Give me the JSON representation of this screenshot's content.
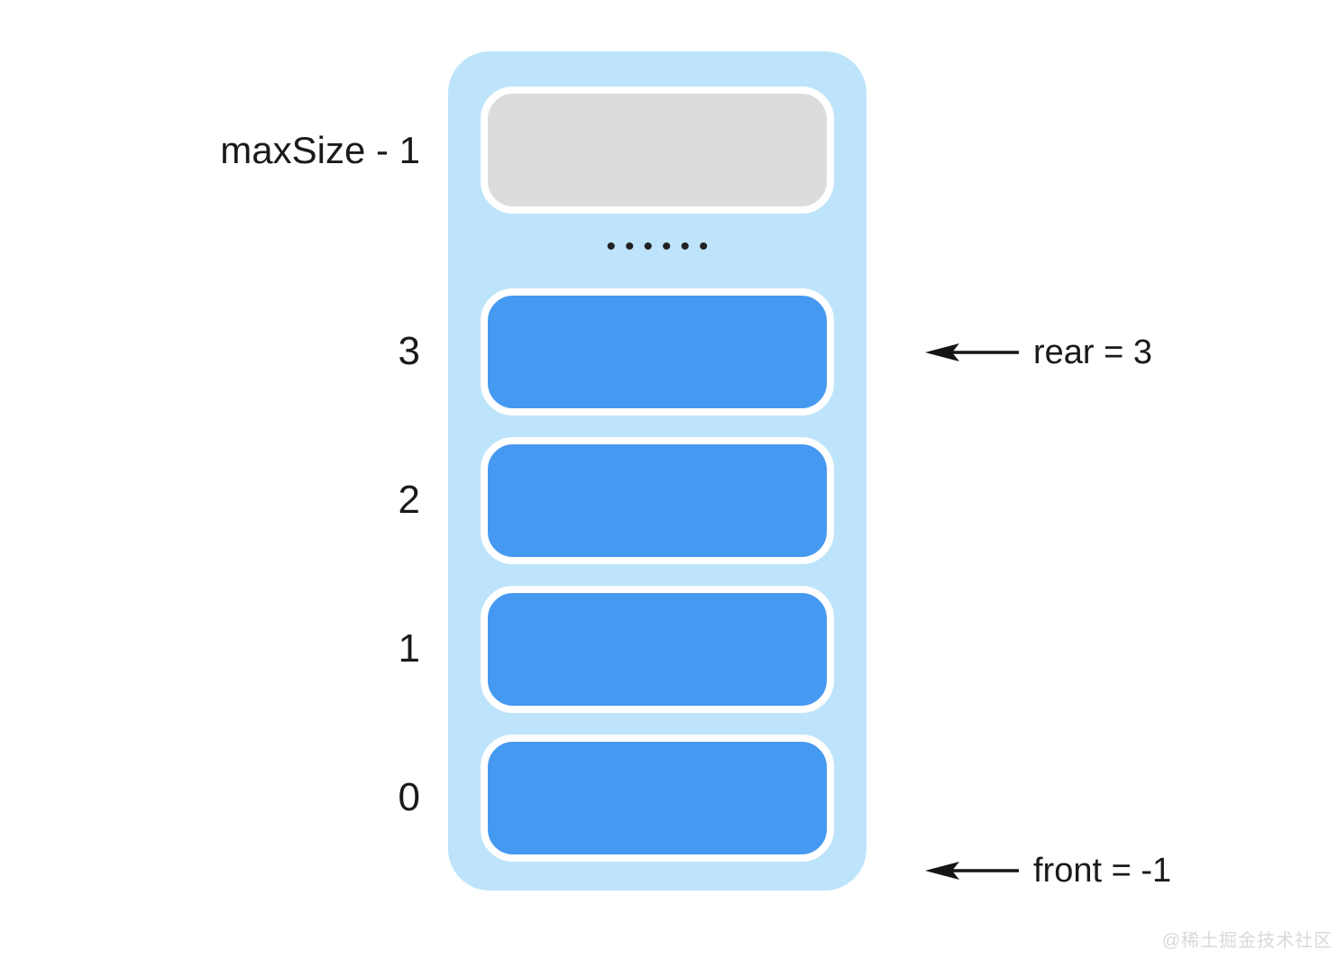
{
  "slots": [
    {
      "index_label": "maxSize - 1",
      "state": "empty"
    },
    {
      "index_label": "3",
      "state": "filled"
    },
    {
      "index_label": "2",
      "state": "filled"
    },
    {
      "index_label": "1",
      "state": "filled"
    },
    {
      "index_label": "0",
      "state": "filled"
    }
  ],
  "ellipsis": "••••••",
  "pointers": {
    "rear": "rear = 3",
    "front": "front = -1"
  },
  "watermark": "@稀土掘金技术社区",
  "colors": {
    "container_bg": "#BDE4FB",
    "filled_slot": "#4699F0",
    "empty_slot": "#DBDCDE",
    "slot_border": "#FFFFFF",
    "text": "#1A1A1A",
    "arrow": "#151515",
    "watermark": "#D9D9D9"
  }
}
